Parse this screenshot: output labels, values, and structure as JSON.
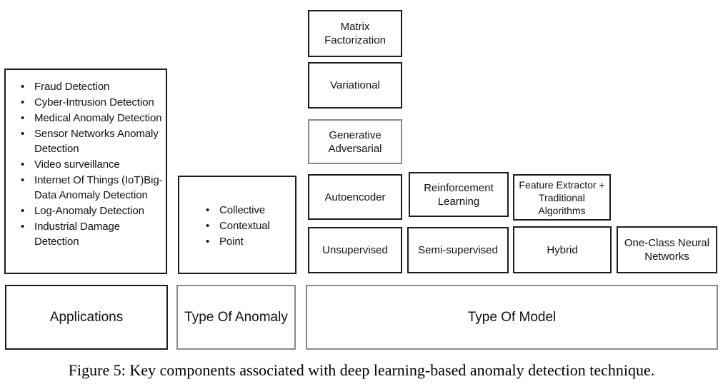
{
  "figure": {
    "caption": "Figure 5: Key components associated with deep learning-based anomaly detection technique."
  },
  "applications": {
    "label": "Applications",
    "items": [
      "Fraud Detection",
      "Cyber-Intrusion Detection",
      "Medical Anomaly Detection",
      "Sensor Networks Anomaly Detection",
      "Video surveillance",
      "Internet Of Things (IoT)Big- Data Anomaly Detection",
      "Log-Anomaly Detection",
      "Industrial Damage Detection"
    ]
  },
  "anomaly_types": {
    "label": "Type Of Anomaly",
    "items": [
      "Collective",
      "Contextual",
      "Point"
    ]
  },
  "model_types": {
    "label": "Type Of Model",
    "boxes": {
      "matrix_factorization": "Matrix Factorization",
      "variational": "Variational",
      "generative_adversarial": "Generative Adversarial",
      "autoencoder": "Autoencoder",
      "unsupervised": "Unsupervised",
      "reinforcement_learning": "Reinforcement Learning",
      "semi_supervised": "Semi-supervised",
      "feature_extractor": "Feature Extractor + Traditional Algorithms",
      "hybrid": "Hybrid",
      "one_class_neural_networks": "One-Class Neural Networks"
    }
  },
  "colors": {
    "background": "#ffffff",
    "border_dark": "#1c1c1c",
    "border_gray": "#8a8a8a",
    "text": "#111111"
  }
}
